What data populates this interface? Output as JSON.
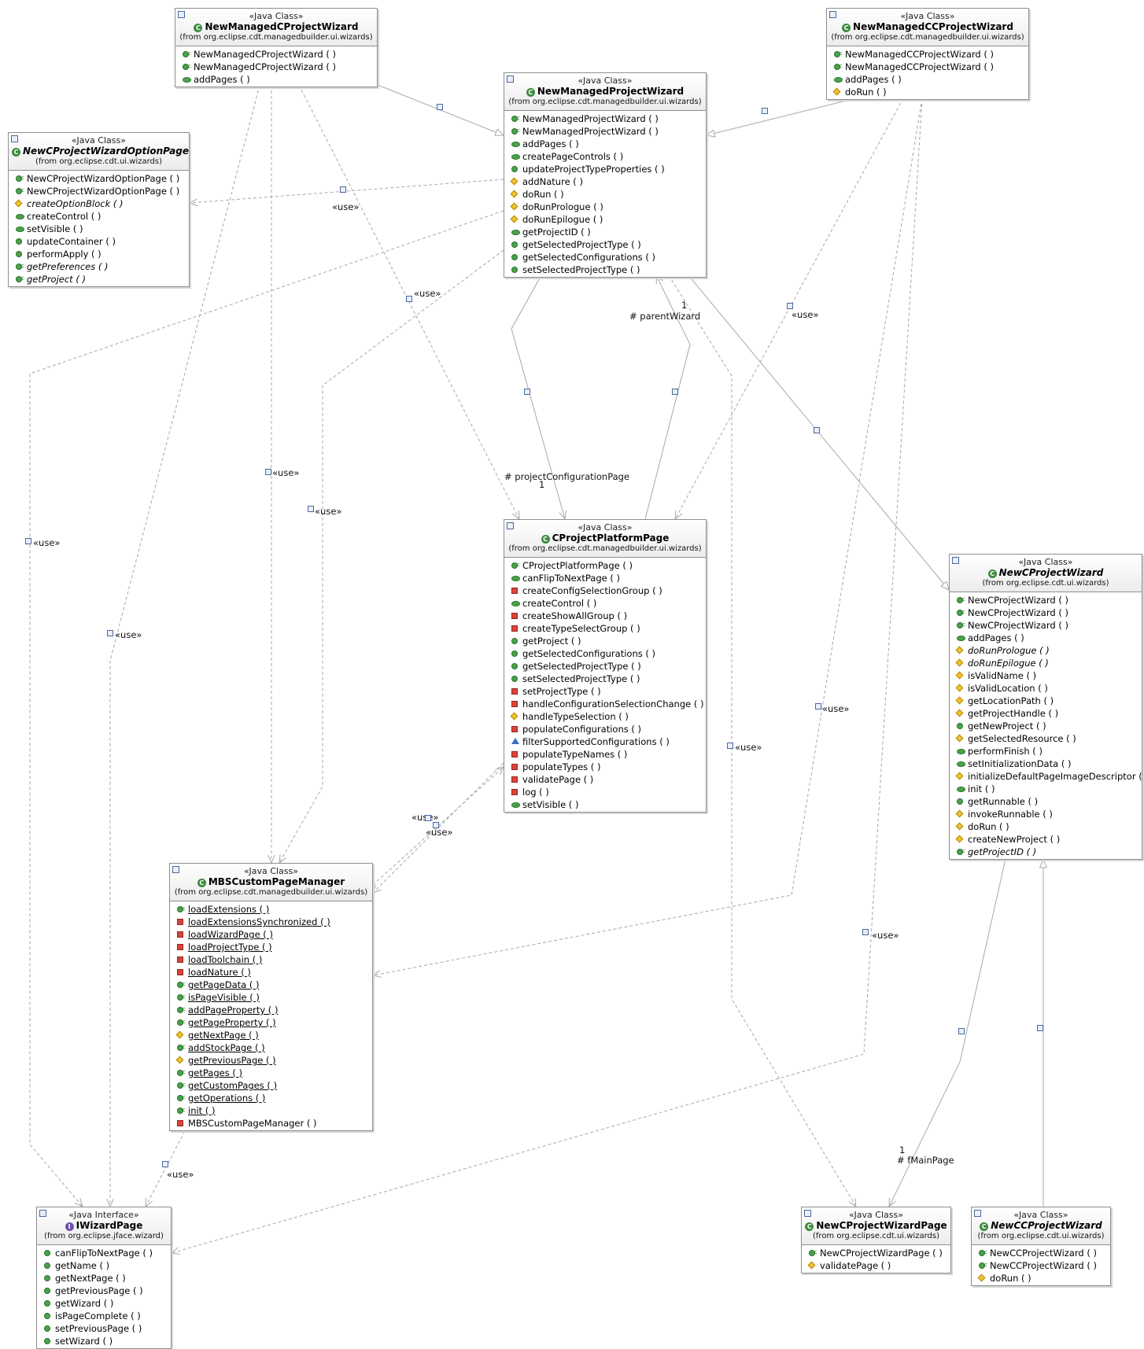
{
  "stereotypes": {
    "java_class": "«Java Class»",
    "java_interface": "«Java Interface»"
  },
  "classes": {
    "new_managed_c_project_wizard": {
      "name": "NewManagedCProjectWizard",
      "package": "(from org.eclipse.cdt.managedbuilder.ui.wizards)",
      "ops": [
        {
          "label": "NewManagedCProjectWizard ( )",
          "vis": "ctor"
        },
        {
          "label": "NewManagedCProjectWizard ( )",
          "vis": "ctor"
        },
        {
          "label": "addPages ( )",
          "vis": "override"
        }
      ]
    },
    "new_managed_cc_project_wizard": {
      "name": "NewManagedCCProjectWizard",
      "package": "(from org.eclipse.cdt.managedbuilder.ui.wizards)",
      "ops": [
        {
          "label": "NewManagedCCProjectWizard ( )",
          "vis": "ctor"
        },
        {
          "label": "NewManagedCCProjectWizard ( )",
          "vis": "ctor"
        },
        {
          "label": "addPages ( )",
          "vis": "override"
        },
        {
          "label": "doRun ( )",
          "vis": "protected"
        }
      ]
    },
    "new_managed_project_wizard": {
      "name": "NewManagedProjectWizard",
      "package": "(from org.eclipse.cdt.managedbuilder.ui.wizards)",
      "ops": [
        {
          "label": "NewManagedProjectWizard ( )",
          "vis": "ctor"
        },
        {
          "label": "NewManagedProjectWizard ( )",
          "vis": "ctor"
        },
        {
          "label": "addPages ( )",
          "vis": "override"
        },
        {
          "label": "createPageControls ( )",
          "vis": "override"
        },
        {
          "label": "updateProjectTypeProperties ( )",
          "vis": "public"
        },
        {
          "label": "addNature ( )",
          "vis": "protected"
        },
        {
          "label": "doRun ( )",
          "vis": "protected"
        },
        {
          "label": "doRunPrologue ( )",
          "vis": "protected"
        },
        {
          "label": "doRunEpilogue ( )",
          "vis": "protected"
        },
        {
          "label": "getProjectID ( )",
          "vis": "override"
        },
        {
          "label": "getSelectedProjectType ( )",
          "vis": "public"
        },
        {
          "label": "getSelectedConfigurations ( )",
          "vis": "public"
        },
        {
          "label": "setSelectedProjectType ( )",
          "vis": "public"
        }
      ]
    },
    "new_c_project_wizard_option_page": {
      "name": "NewCProjectWizardOptionPage",
      "abstract": true,
      "package": "(from org.eclipse.cdt.ui.wizards)",
      "ops": [
        {
          "label": "NewCProjectWizardOptionPage ( )",
          "vis": "ctor"
        },
        {
          "label": "NewCProjectWizardOptionPage ( )",
          "vis": "ctor"
        },
        {
          "label": "createOptionBlock ( )",
          "vis": "protected",
          "abstract": true
        },
        {
          "label": "createControl ( )",
          "vis": "override"
        },
        {
          "label": "setVisible ( )",
          "vis": "override"
        },
        {
          "label": "updateContainer ( )",
          "vis": "public"
        },
        {
          "label": "performApply ( )",
          "vis": "public"
        },
        {
          "label": "getPreferences ( )",
          "vis": "ctor",
          "abstract": true
        },
        {
          "label": "getProject ( )",
          "vis": "ctor",
          "abstract": true
        }
      ]
    },
    "c_project_platform_page": {
      "name": "CProjectPlatformPage",
      "package": "(from org.eclipse.cdt.managedbuilder.ui.wizards)",
      "ops": [
        {
          "label": "CProjectPlatformPage ( )",
          "vis": "ctor"
        },
        {
          "label": "canFlipToNextPage ( )",
          "vis": "override"
        },
        {
          "label": "createConfigSelectionGroup ( )",
          "vis": "private"
        },
        {
          "label": "createControl ( )",
          "vis": "override"
        },
        {
          "label": "createShowAllGroup ( )",
          "vis": "private"
        },
        {
          "label": "createTypeSelectGroup ( )",
          "vis": "private"
        },
        {
          "label": "getProject ( )",
          "vis": "public"
        },
        {
          "label": "getSelectedConfigurations ( )",
          "vis": "public"
        },
        {
          "label": "getSelectedProjectType ( )",
          "vis": "public"
        },
        {
          "label": "setSelectedProjectType ( )",
          "vis": "public"
        },
        {
          "label": "setProjectType ( )",
          "vis": "private"
        },
        {
          "label": "handleConfigurationSelectionChange ( )",
          "vis": "private"
        },
        {
          "label": "handleTypeSelection ( )",
          "vis": "protected"
        },
        {
          "label": "populateConfigurations ( )",
          "vis": "private"
        },
        {
          "label": "filterSupportedConfigurations ( )",
          "vis": "package"
        },
        {
          "label": "populateTypeNames ( )",
          "vis": "private"
        },
        {
          "label": "populateTypes ( )",
          "vis": "private"
        },
        {
          "label": "validatePage ( )",
          "vis": "private"
        },
        {
          "label": "log ( )",
          "vis": "private"
        },
        {
          "label": "setVisible ( )",
          "vis": "override"
        }
      ]
    },
    "new_c_project_wizard": {
      "name": "NewCProjectWizard",
      "abstract": true,
      "package": "(from org.eclipse.cdt.ui.wizards)",
      "ops": [
        {
          "label": "NewCProjectWizard ( )",
          "vis": "ctor"
        },
        {
          "label": "NewCProjectWizard ( )",
          "vis": "ctor"
        },
        {
          "label": "NewCProjectWizard ( )",
          "vis": "ctor"
        },
        {
          "label": "addPages ( )",
          "vis": "override"
        },
        {
          "label": "doRunPrologue ( )",
          "vis": "protected",
          "abstract": true
        },
        {
          "label": "doRunEpilogue ( )",
          "vis": "protected",
          "abstract": true
        },
        {
          "label": "isValidName ( )",
          "vis": "protected"
        },
        {
          "label": "isValidLocation ( )",
          "vis": "protected"
        },
        {
          "label": "getLocationPath ( )",
          "vis": "protected"
        },
        {
          "label": "getProjectHandle ( )",
          "vis": "protected"
        },
        {
          "label": "getNewProject ( )",
          "vis": "public"
        },
        {
          "label": "getSelectedResource ( )",
          "vis": "protected"
        },
        {
          "label": "performFinish ( )",
          "vis": "override"
        },
        {
          "label": "setInitializationData ( )",
          "vis": "override"
        },
        {
          "label": "initializeDefaultPageImageDescriptor ( )",
          "vis": "protected"
        },
        {
          "label": "init ( )",
          "vis": "override"
        },
        {
          "label": "getRunnable ( )",
          "vis": "public"
        },
        {
          "label": "invokeRunnable ( )",
          "vis": "protected"
        },
        {
          "label": "doRun ( )",
          "vis": "protected"
        },
        {
          "label": "createNewProject ( )",
          "vis": "protected"
        },
        {
          "label": "getProjectID ( )",
          "vis": "ctor",
          "abstract": true
        }
      ]
    },
    "mbs_custom_page_manager": {
      "name": "MBSCustomPageManager",
      "package": "(from org.eclipse.cdt.managedbuilder.ui.wizards)",
      "ops": [
        {
          "label": "loadExtensions ( )",
          "vis": "ctor",
          "static": true
        },
        {
          "label": "loadExtensionsSynchronized ( )",
          "vis": "private",
          "static": true
        },
        {
          "label": "loadWizardPage ( )",
          "vis": "private",
          "static": true
        },
        {
          "label": "loadProjectType ( )",
          "vis": "private",
          "static": true
        },
        {
          "label": "loadToolchain ( )",
          "vis": "private",
          "static": true
        },
        {
          "label": "loadNature ( )",
          "vis": "private",
          "static": true
        },
        {
          "label": "getPageData ( )",
          "vis": "ctor",
          "static": true
        },
        {
          "label": "isPageVisible ( )",
          "vis": "ctor",
          "static": true
        },
        {
          "label": "addPageProperty ( )",
          "vis": "ctor",
          "static": true
        },
        {
          "label": "getPageProperty ( )",
          "vis": "ctor",
          "static": true
        },
        {
          "label": "getNextPage ( )",
          "vis": "protected",
          "static": true
        },
        {
          "label": "addStockPage ( )",
          "vis": "ctor",
          "static": true
        },
        {
          "label": "getPreviousPage ( )",
          "vis": "protected",
          "static": true
        },
        {
          "label": "getPages ( )",
          "vis": "ctor",
          "static": true
        },
        {
          "label": "getCustomPages ( )",
          "vis": "ctor",
          "static": true
        },
        {
          "label": "getOperations ( )",
          "vis": "ctor",
          "static": true
        },
        {
          "label": "init ( )",
          "vis": "ctor",
          "static": true
        },
        {
          "label": "MBSCustomPageManager ( )",
          "vis": "private"
        }
      ]
    },
    "i_wizard_page": {
      "name": "IWizardPage",
      "package": "(from org.eclipse.jface.wizard)",
      "ops": [
        {
          "label": "canFlipToNextPage ( )",
          "vis": "public"
        },
        {
          "label": "getName ( )",
          "vis": "public"
        },
        {
          "label": "getNextPage ( )",
          "vis": "public"
        },
        {
          "label": "getPreviousPage ( )",
          "vis": "public"
        },
        {
          "label": "getWizard ( )",
          "vis": "public"
        },
        {
          "label": "isPageComplete ( )",
          "vis": "public"
        },
        {
          "label": "setPreviousPage ( )",
          "vis": "public"
        },
        {
          "label": "setWizard ( )",
          "vis": "public"
        }
      ]
    },
    "new_c_project_wizard_page": {
      "name": "NewCProjectWizardPage",
      "package": "(from org.eclipse.cdt.ui.wizards)",
      "ops": [
        {
          "label": "NewCProjectWizardPage ( )",
          "vis": "ctor"
        },
        {
          "label": "validatePage ( )",
          "vis": "protected"
        }
      ]
    },
    "new_cc_project_wizard": {
      "name": "NewCCProjectWizard",
      "abstract": true,
      "package": "(from org.eclipse.cdt.ui.wizards)",
      "ops": [
        {
          "label": "NewCCProjectWizard ( )",
          "vis": "ctor"
        },
        {
          "label": "NewCCProjectWizard ( )",
          "vis": "ctor"
        },
        {
          "label": "doRun ( )",
          "vis": "protected"
        }
      ]
    }
  },
  "edge_labels": {
    "use": "«use»",
    "parent_wizard": "# parentWizard",
    "project_configuration_page": "# projectConfigurationPage",
    "f_main_page": "# fMainPage",
    "one": "1"
  }
}
